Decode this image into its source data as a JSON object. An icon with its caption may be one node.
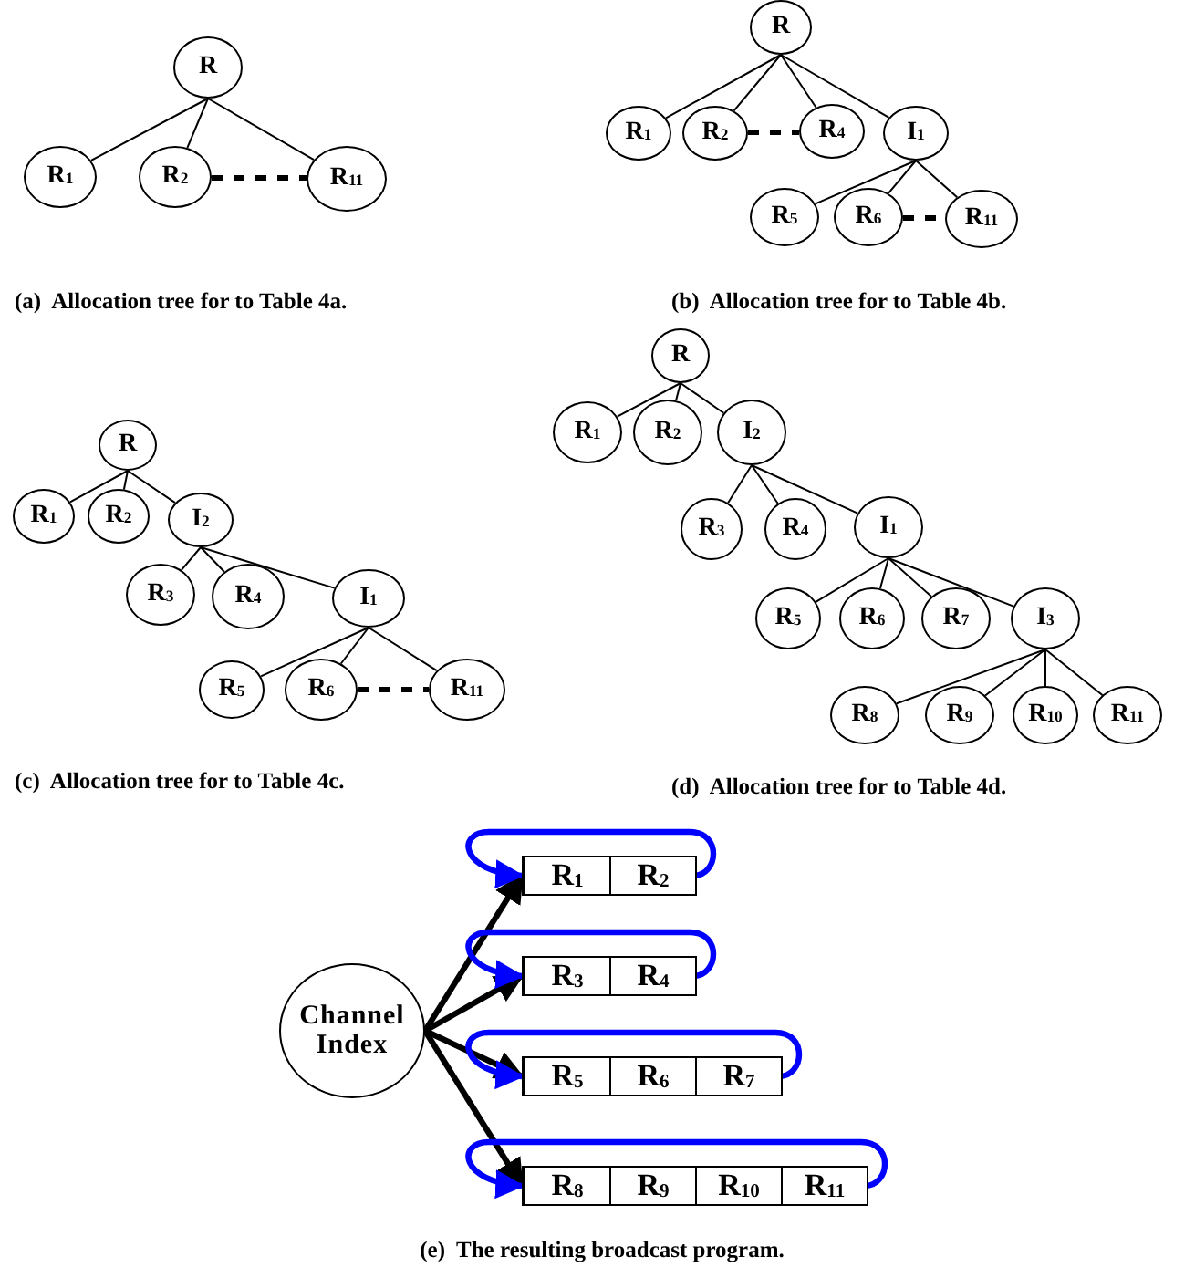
{
  "diagram": {
    "nodes": [
      {
        "text": [
          "R"
        ]
      },
      {
        "text": [
          "R$_{1}$"
        ]
      },
      {
        "text": [
          "R$_{2}$"
        ]
      },
      {
        "text": [
          "R$_{11}$"
        ]
      },
      {
        "text": [
          "R"
        ]
      },
      {
        "text": [
          "R$_{1}$"
        ]
      },
      {
        "text": [
          "R$_{2}$"
        ]
      },
      {
        "text": [
          "R$_{4}$"
        ]
      },
      {
        "text": [
          "I$_{1}$"
        ]
      },
      {
        "text": [
          "R$_{5}$"
        ]
      },
      {
        "text": [
          "R$_{6}$"
        ]
      },
      {
        "text": [
          "R$_{11}$"
        ]
      },
      {
        "text": [
          "R"
        ]
      },
      {
        "text": [
          "R$_{1}$"
        ]
      },
      {
        "text": [
          "R$_{2}$"
        ]
      },
      {
        "text": [
          "I$_{2}$"
        ]
      },
      {
        "text": [
          "R$_{3}$"
        ]
      },
      {
        "text": [
          "R$_{4}$"
        ]
      },
      {
        "text": [
          "I$_{1}$"
        ]
      },
      {
        "text": [
          "R$_{5}$"
        ]
      },
      {
        "text": [
          "R$_{6}$"
        ]
      },
      {
        "text": [
          "R$_{11}$"
        ]
      },
      {
        "text": [
          "R"
        ]
      },
      {
        "text": [
          "R$_{1}$"
        ]
      },
      {
        "text": [
          "R$_{2}$"
        ]
      },
      {
        "text": [
          "I$_{2}$"
        ]
      },
      {
        "text": [
          "R$_{3}$"
        ]
      },
      {
        "text": [
          "R$_{4}$"
        ]
      },
      {
        "text": [
          "I$_{1}$"
        ]
      },
      {
        "text": [
          "R$_{5}$"
        ]
      },
      {
        "text": [
          "R$_{6}$"
        ]
      },
      {
        "text": [
          "R$_{7}$"
        ]
      },
      {
        "text": [
          "I$_{3}$"
        ]
      },
      {
        "text": [
          "R$_{8}$"
        ]
      },
      {
        "text": [
          "R$_{9}$"
        ]
      },
      {
        "text": [
          "R$_{10}$"
        ]
      },
      {
        "text": [
          "R$_{11}$"
        ]
      },
      {
        "text": [
          "Channel Index"
        ]
      },
      {
        "text": [],
        "shape": "box"
      },
      {
        "text": [
          "R$_{1}$"
        ],
        "in": 38
      },
      {
        "text": [
          "R$_{2}$"
        ],
        "in": 38
      },
      {
        "text": [],
        "shape": "box"
      },
      {
        "text": [
          "R$_{3}$"
        ],
        "in": 41
      },
      {
        "text": [
          "R$_{4}$"
        ],
        "in": 41
      },
      {
        "text": [],
        "shape": "box"
      },
      {
        "text": [
          "R$_{5}$"
        ],
        "in": 44
      },
      {
        "text": [
          "R$_{6}$"
        ],
        "in": 44
      },
      {
        "text": [
          "R$_{7}$"
        ],
        "in": 44
      },
      {
        "text": [],
        "shape": "box"
      },
      {
        "text": [
          "R$_{8}$"
        ],
        "in": 48
      },
      {
        "text": [
          "R$_{9}$"
        ],
        "in": 48
      },
      {
        "text": [
          "R$_{10}$"
        ],
        "in": 48
      },
      {
        "text": [
          "R$_{11}$"
        ],
        "in": 48
      }
    ],
    "edges": [
      {
        "from": 0,
        "to": 1,
        "arrow": "none"
      },
      {
        "from": 0,
        "to": 2,
        "arrow": "none"
      },
      {
        "from": 0,
        "to": 3,
        "arrow": "none"
      },
      {
        "from": 2,
        "to": 3,
        "arrow": "none",
        "style": "dashed"
      },
      {
        "from": 4,
        "to": 5,
        "arrow": "none"
      },
      {
        "from": 4,
        "to": 6,
        "arrow": "none"
      },
      {
        "from": 4,
        "to": 7,
        "arrow": "none"
      },
      {
        "from": 4,
        "to": 8,
        "arrow": "none"
      },
      {
        "from": 6,
        "to": 7,
        "arrow": "none",
        "style": "dashed"
      },
      {
        "from": 8,
        "to": 9,
        "arrow": "none"
      },
      {
        "from": 8,
        "to": 10,
        "arrow": "none"
      },
      {
        "from": 8,
        "to": 11,
        "arrow": "none"
      },
      {
        "from": 10,
        "to": 11,
        "arrow": "none",
        "style": "dashed"
      },
      {
        "from": 12,
        "to": 13,
        "arrow": "none"
      },
      {
        "from": 12,
        "to": 14,
        "arrow": "none"
      },
      {
        "from": 12,
        "to": 15,
        "arrow": "none"
      },
      {
        "from": 15,
        "to": 16,
        "arrow": "none"
      },
      {
        "from": 15,
        "to": 17,
        "arrow": "none"
      },
      {
        "from": 15,
        "to": 18,
        "arrow": "none"
      },
      {
        "from": 18,
        "to": 19,
        "arrow": "none"
      },
      {
        "from": 18,
        "to": 20,
        "arrow": "none"
      },
      {
        "from": 18,
        "to": 21,
        "arrow": "none"
      },
      {
        "from": 20,
        "to": 21,
        "arrow": "none",
        "style": "dashed"
      },
      {
        "from": 22,
        "to": 23,
        "arrow": "none"
      },
      {
        "from": 22,
        "to": 24,
        "arrow": "none"
      },
      {
        "from": 22,
        "to": 25,
        "arrow": "none"
      },
      {
        "from": 25,
        "to": 26,
        "arrow": "none"
      },
      {
        "from": 25,
        "to": 27,
        "arrow": "none"
      },
      {
        "from": 25,
        "to": 28,
        "arrow": "none"
      },
      {
        "from": 28,
        "to": 29,
        "arrow": "none"
      },
      {
        "from": 28,
        "to": 30,
        "arrow": "none"
      },
      {
        "from": 28,
        "to": 31,
        "arrow": "none"
      },
      {
        "from": 28,
        "to": 32,
        "arrow": "none"
      },
      {
        "from": 32,
        "to": 33,
        "arrow": "none"
      },
      {
        "from": 32,
        "to": 34,
        "arrow": "none"
      },
      {
        "from": 32,
        "to": 35,
        "arrow": "none"
      },
      {
        "from": 32,
        "to": 36,
        "arrow": "none"
      },
      {
        "from": 37,
        "to": 38,
        "arrow": "to",
        "style": "thick"
      },
      {
        "from": 37,
        "to": 41,
        "arrow": "to",
        "style": "thick"
      },
      {
        "from": 37,
        "to": 44,
        "arrow": "to",
        "style": "thick"
      },
      {
        "from": 37,
        "to": 48,
        "arrow": "to",
        "style": "thick"
      },
      {
        "from": 40,
        "to": 39,
        "arrow": "to",
        "style": "thick",
        "color": "#0000ff"
      },
      {
        "from": 43,
        "to": 42,
        "arrow": "to",
        "style": "thick",
        "color": "#0000ff"
      },
      {
        "from": 47,
        "to": 45,
        "arrow": "to",
        "style": "thick",
        "color": "#0000ff"
      },
      {
        "from": 52,
        "to": 49,
        "arrow": "to",
        "style": "thick",
        "color": "#0000ff"
      }
    ],
    "labels": [
      "(a)  Allocation tree for to Table 4a.",
      "(b)  Allocation tree for to Table 4b.",
      "(c)  Allocation tree for to Table 4c.",
      "(d)  Allocation tree for to Table 4d.",
      "(e)  The resulting broadcast program."
    ]
  }
}
